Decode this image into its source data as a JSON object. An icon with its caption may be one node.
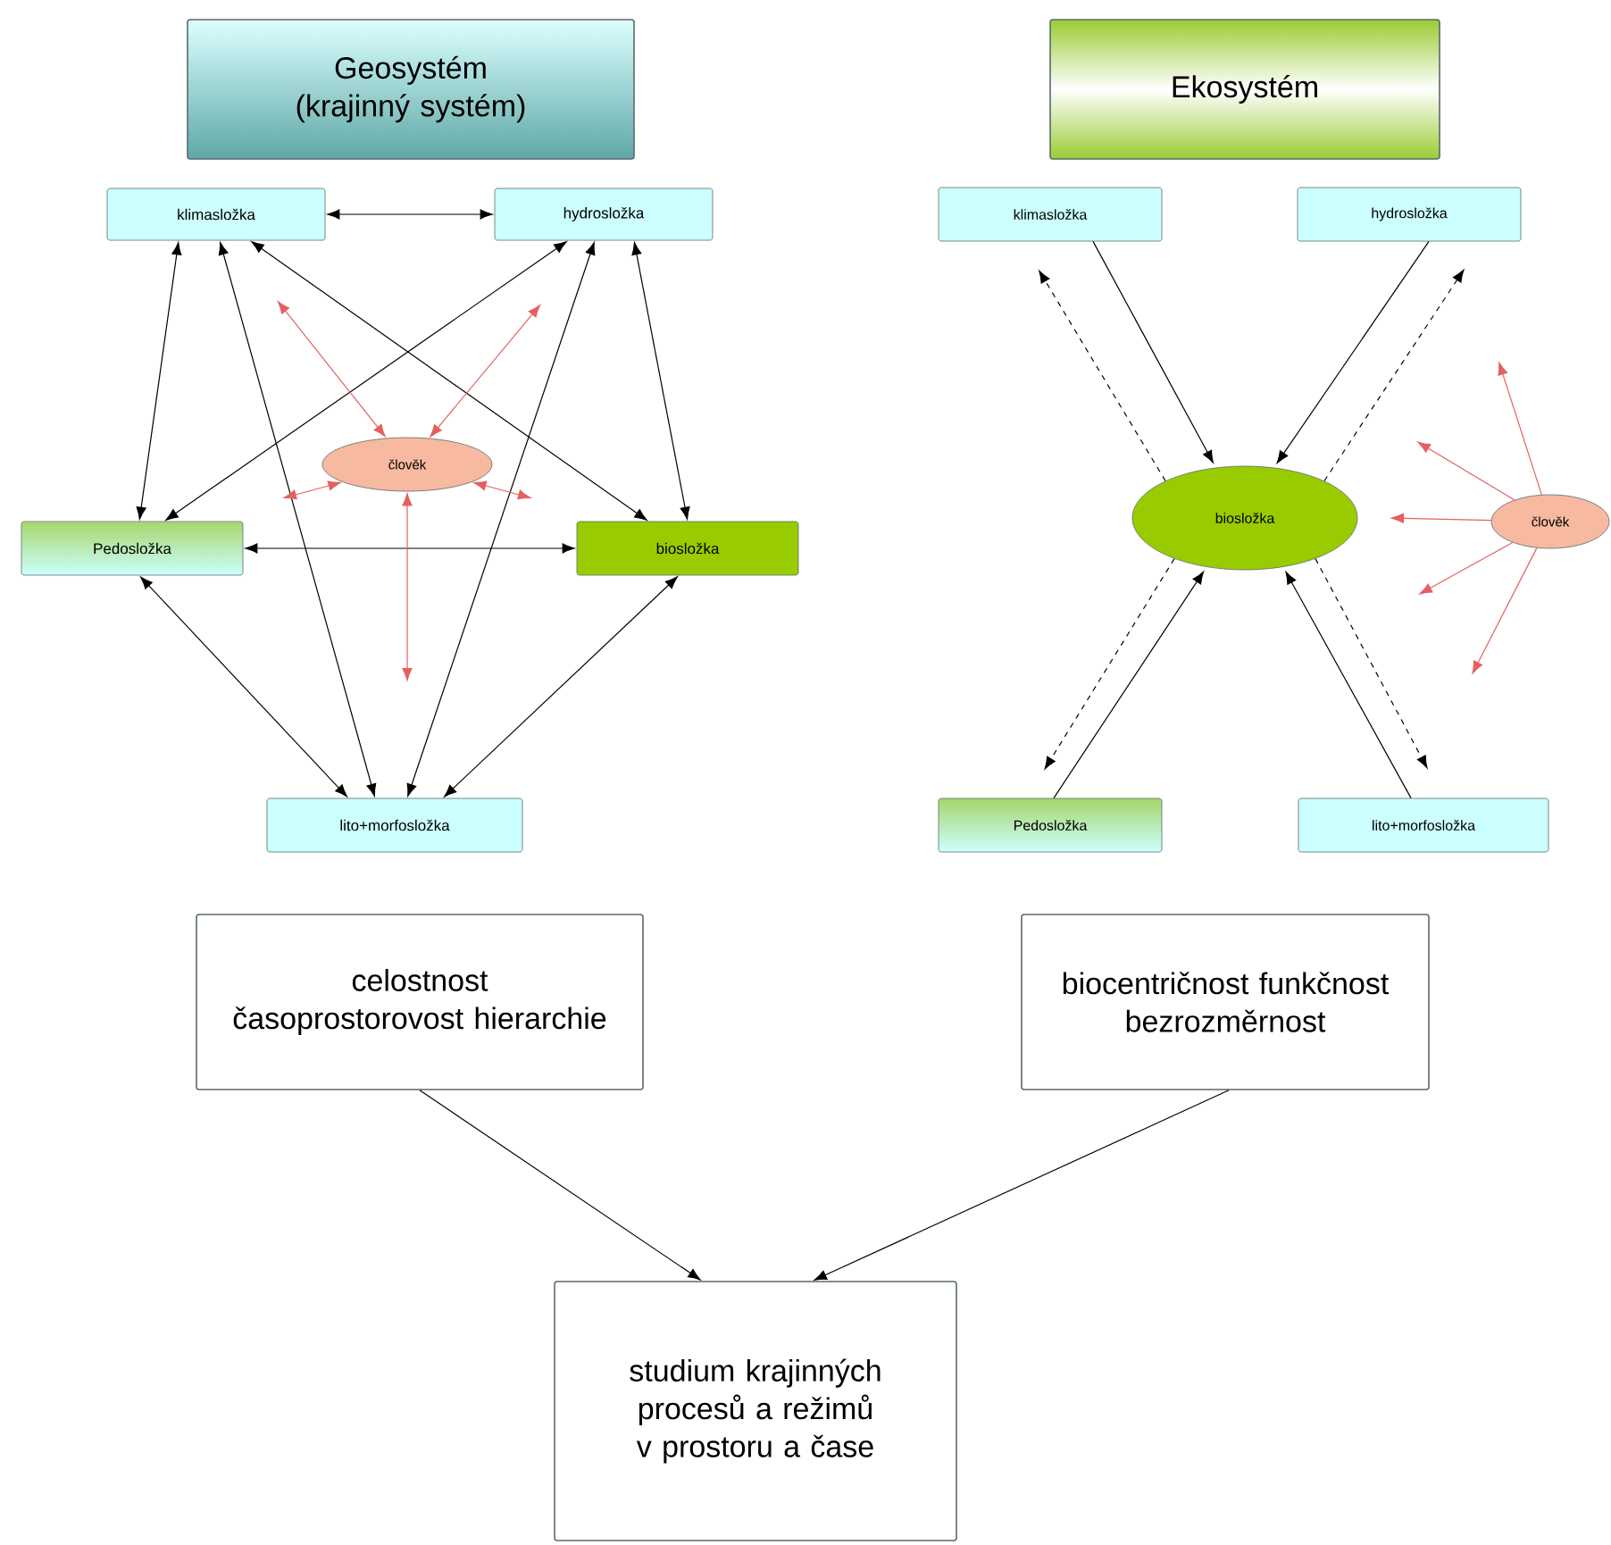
{
  "diagram": {
    "nodes": [
      {
        "text": [
          "Geosystém (krajinný systém)"
        ]
      },
      {
        "text": [
          "klimasložka"
        ]
      },
      {
        "text": [
          "hydrosložka"
        ]
      },
      {
        "text": [
          "člověk"
        ]
      },
      {
        "text": [
          "Pedosložka"
        ]
      },
      {
        "text": [
          "biosložka"
        ]
      },
      {
        "text": [
          "lito+morfosložka"
        ]
      },
      {
        "text": [
          "Ekosystém"
        ]
      },
      {
        "text": [
          "klimasložka"
        ]
      },
      {
        "text": [
          "hydrosložka"
        ]
      },
      {
        "text": [
          "biosložka"
        ]
      },
      {
        "text": [
          "člověk"
        ]
      },
      {
        "text": [
          "Pedosložka"
        ]
      },
      {
        "text": [
          "lito+morfosložka"
        ]
      },
      {
        "text": [
          "celostnost časoprostorovost hierarchie"
        ]
      },
      {
        "text": [
          "biocentričnost funkčnost bezrozměrnost"
        ]
      },
      {
        "text": [
          "studium krajinných procesů a režimů v prostoru a čase"
        ]
      }
    ],
    "edges": [
      {
        "from": 1,
        "to": 2,
        "arrow": "both"
      },
      {
        "from": 1,
        "to": 4,
        "arrow": "both"
      },
      {
        "from": 1,
        "to": 6,
        "arrow": "both"
      },
      {
        "from": 1,
        "to": 5,
        "arrow": "both"
      },
      {
        "from": 2,
        "to": 4,
        "arrow": "both"
      },
      {
        "from": 2,
        "to": 6,
        "arrow": "both"
      },
      {
        "from": 2,
        "to": 5,
        "arrow": "both"
      },
      {
        "from": 4,
        "to": 5,
        "arrow": "both"
      },
      {
        "from": 4,
        "to": 6,
        "arrow": "both"
      },
      {
        "from": 5,
        "to": 6,
        "arrow": "both"
      },
      {
        "from": 3,
        "to": null,
        "arrow": "both",
        "color": "#e46060"
      },
      {
        "from": 3,
        "to": null,
        "arrow": "both",
        "color": "#e46060"
      },
      {
        "from": 3,
        "to": null,
        "arrow": "both",
        "color": "#e46060"
      },
      {
        "from": 3,
        "to": null,
        "arrow": "both",
        "color": "#e46060"
      },
      {
        "from": 3,
        "to": null,
        "arrow": "both",
        "color": "#e46060"
      },
      {
        "from": 8,
        "to": 10,
        "arrow": "to"
      },
      {
        "from": 10,
        "to": 8,
        "arrow": "to",
        "style": "dashed"
      },
      {
        "from": 9,
        "to": 10,
        "arrow": "to"
      },
      {
        "from": 10,
        "to": 9,
        "arrow": "to",
        "style": "dashed"
      },
      {
        "from": 12,
        "to": 10,
        "arrow": "to"
      },
      {
        "from": 10,
        "to": 12,
        "arrow": "to",
        "style": "dashed"
      },
      {
        "from": 13,
        "to": 10,
        "arrow": "to"
      },
      {
        "from": 10,
        "to": 13,
        "arrow": "to",
        "style": "dashed"
      },
      {
        "from": 11,
        "to": null,
        "arrow": "to",
        "color": "#e46060"
      },
      {
        "from": 11,
        "to": null,
        "arrow": "to",
        "color": "#e46060"
      },
      {
        "from": 11,
        "to": null,
        "arrow": "to",
        "color": "#e46060"
      },
      {
        "from": 11,
        "to": null,
        "arrow": "to",
        "color": "#e46060"
      },
      {
        "from": 11,
        "to": null,
        "arrow": "to",
        "color": "#e46060"
      },
      {
        "from": 14,
        "to": 16,
        "arrow": "to"
      },
      {
        "from": 15,
        "to": 16,
        "arrow": "to"
      }
    ]
  }
}
